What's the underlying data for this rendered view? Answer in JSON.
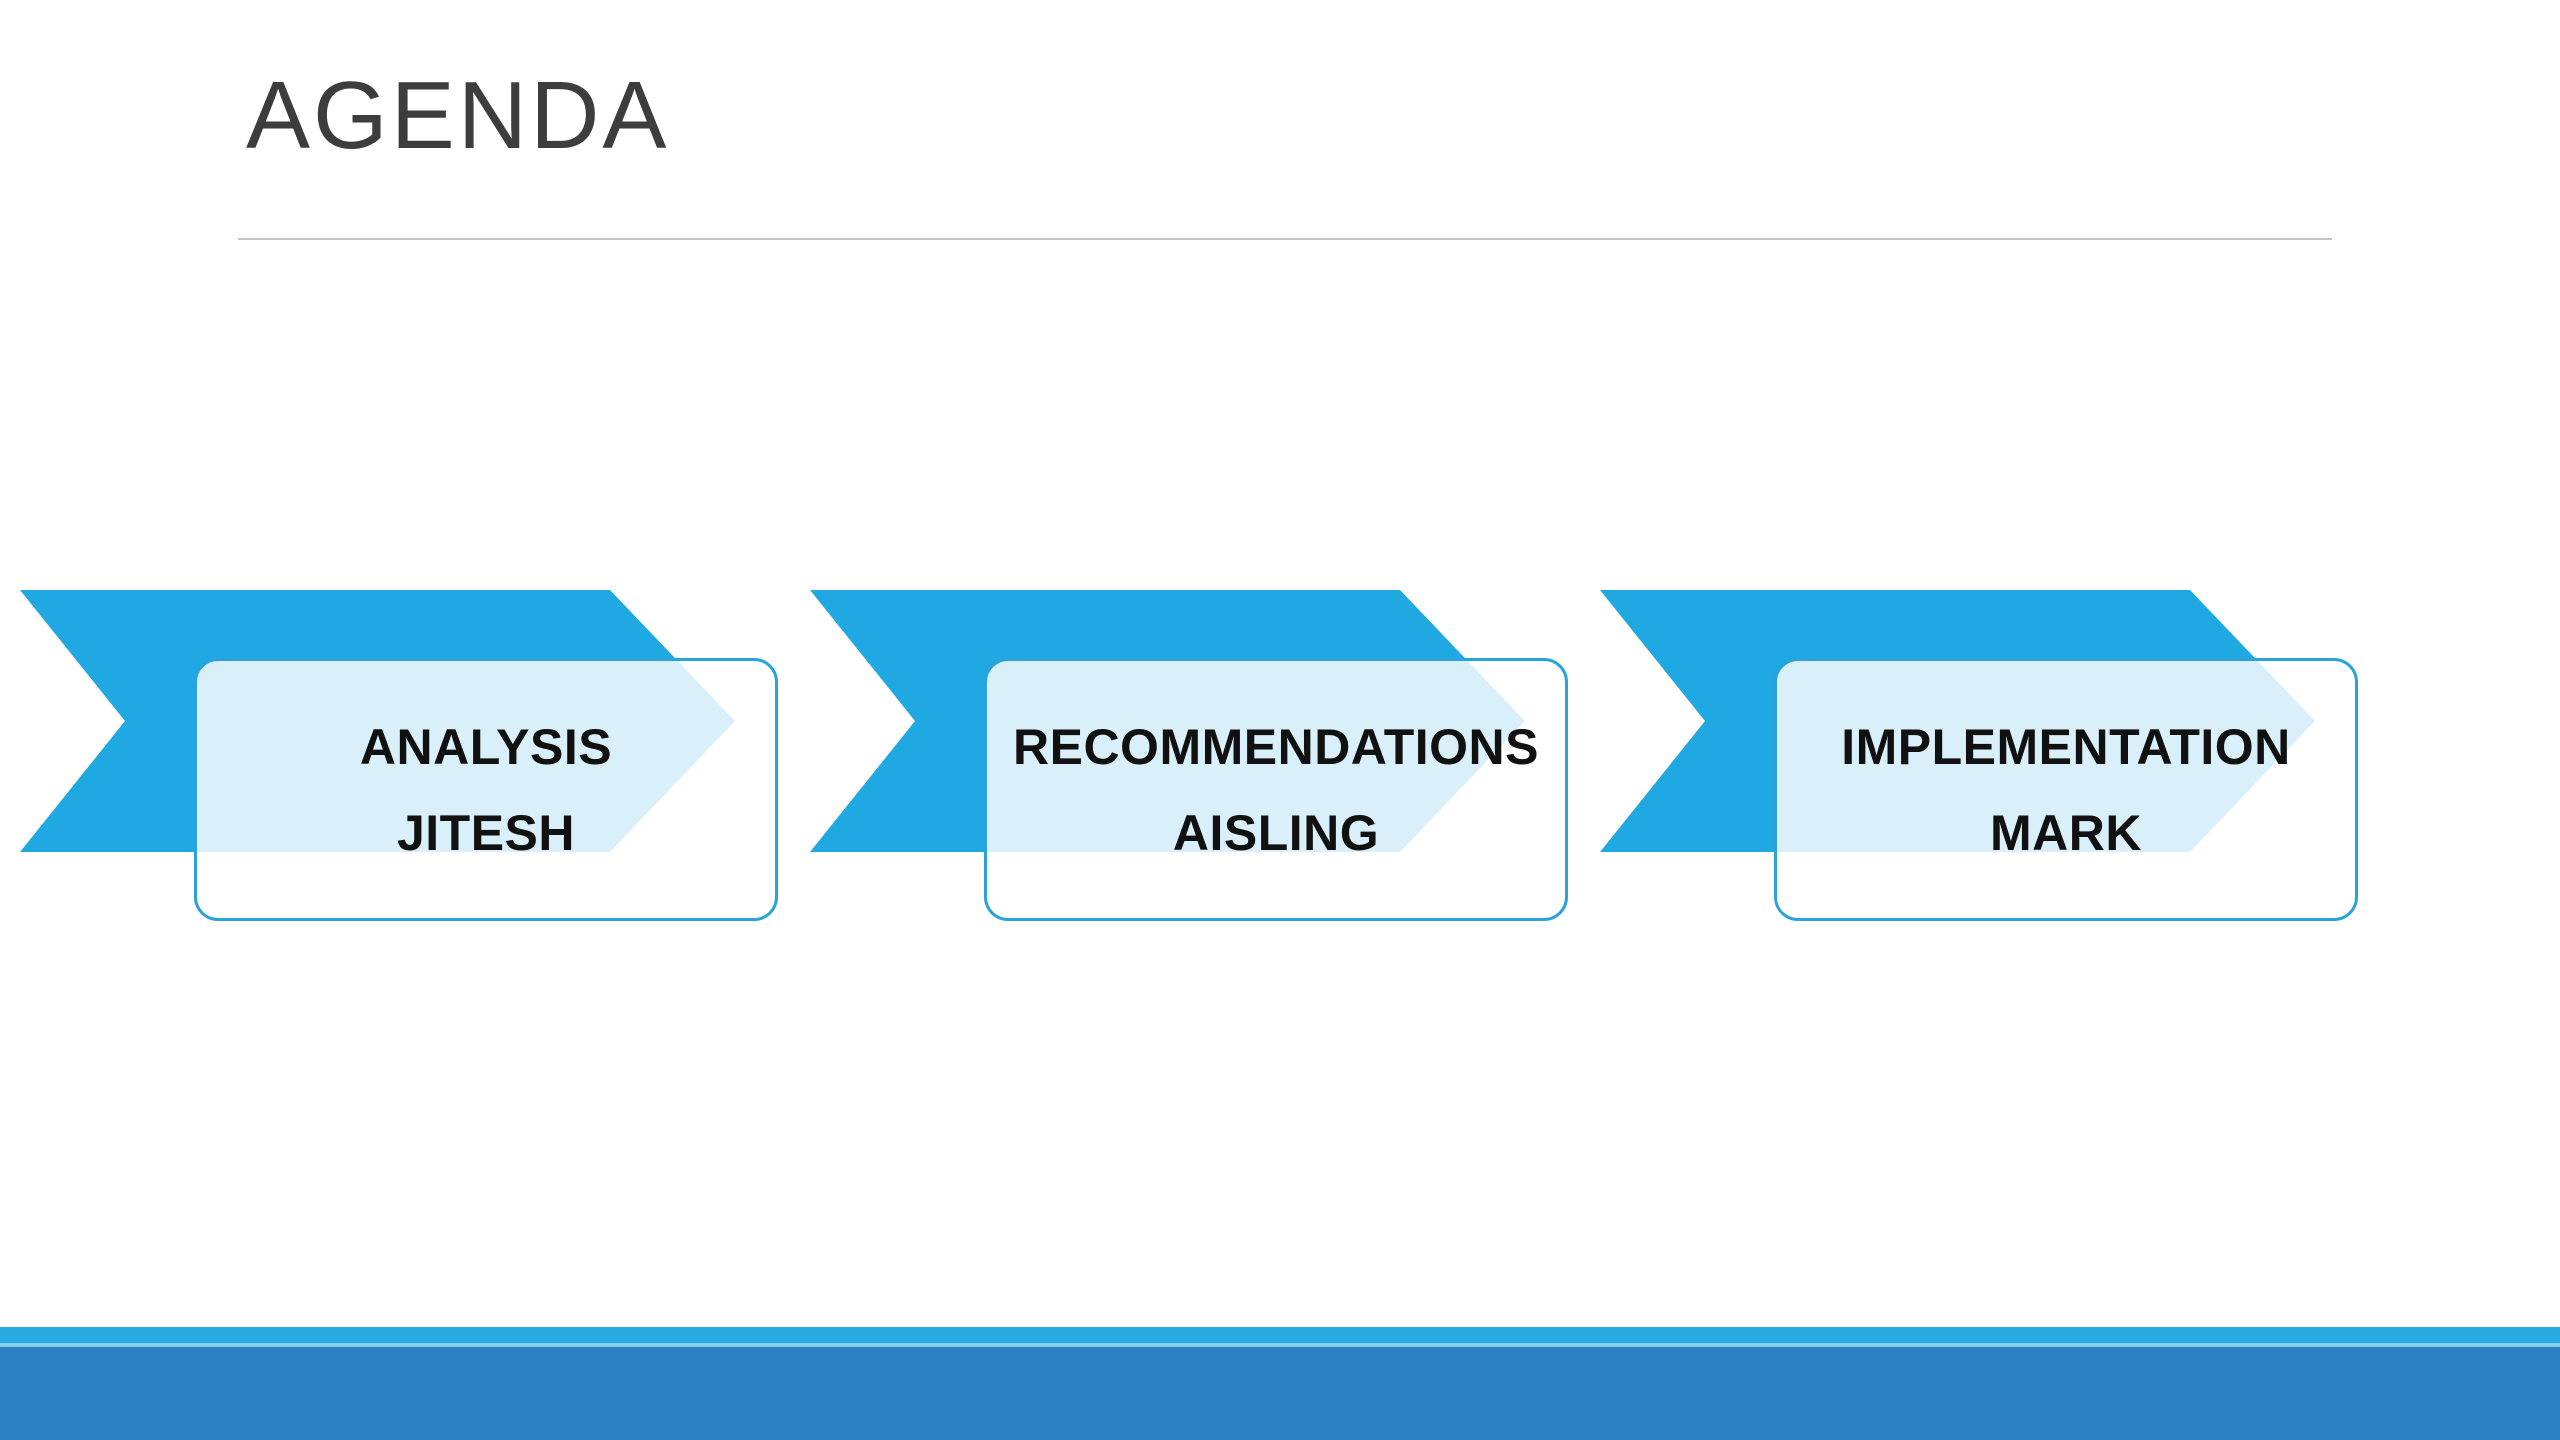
{
  "slide": {
    "title": "AGENDA",
    "agenda_items": [
      {
        "topic": "ANALYSIS",
        "presenter": "JITESH"
      },
      {
        "topic": "RECOMMENDATIONS",
        "presenter": "AISLING"
      },
      {
        "topic": "IMPLEMENTATION",
        "presenter": "MARK"
      }
    ],
    "icons": [
      "chevron-arrow-icon",
      "chevron-arrow-icon",
      "chevron-arrow-icon"
    ],
    "colors": {
      "background": "#ffffff",
      "title_text": "#3d3d3d",
      "rule": "#c4c4c4",
      "chevron_fill": "#1fa8e1",
      "card_fill": "rgba(255,255,255,0.83)",
      "card_border": "#2aa3dc",
      "item_text": "#111111",
      "accent_strip": "#29aae2",
      "footer_separator": "#85cdec",
      "footer_band": "#2b81c1"
    }
  }
}
